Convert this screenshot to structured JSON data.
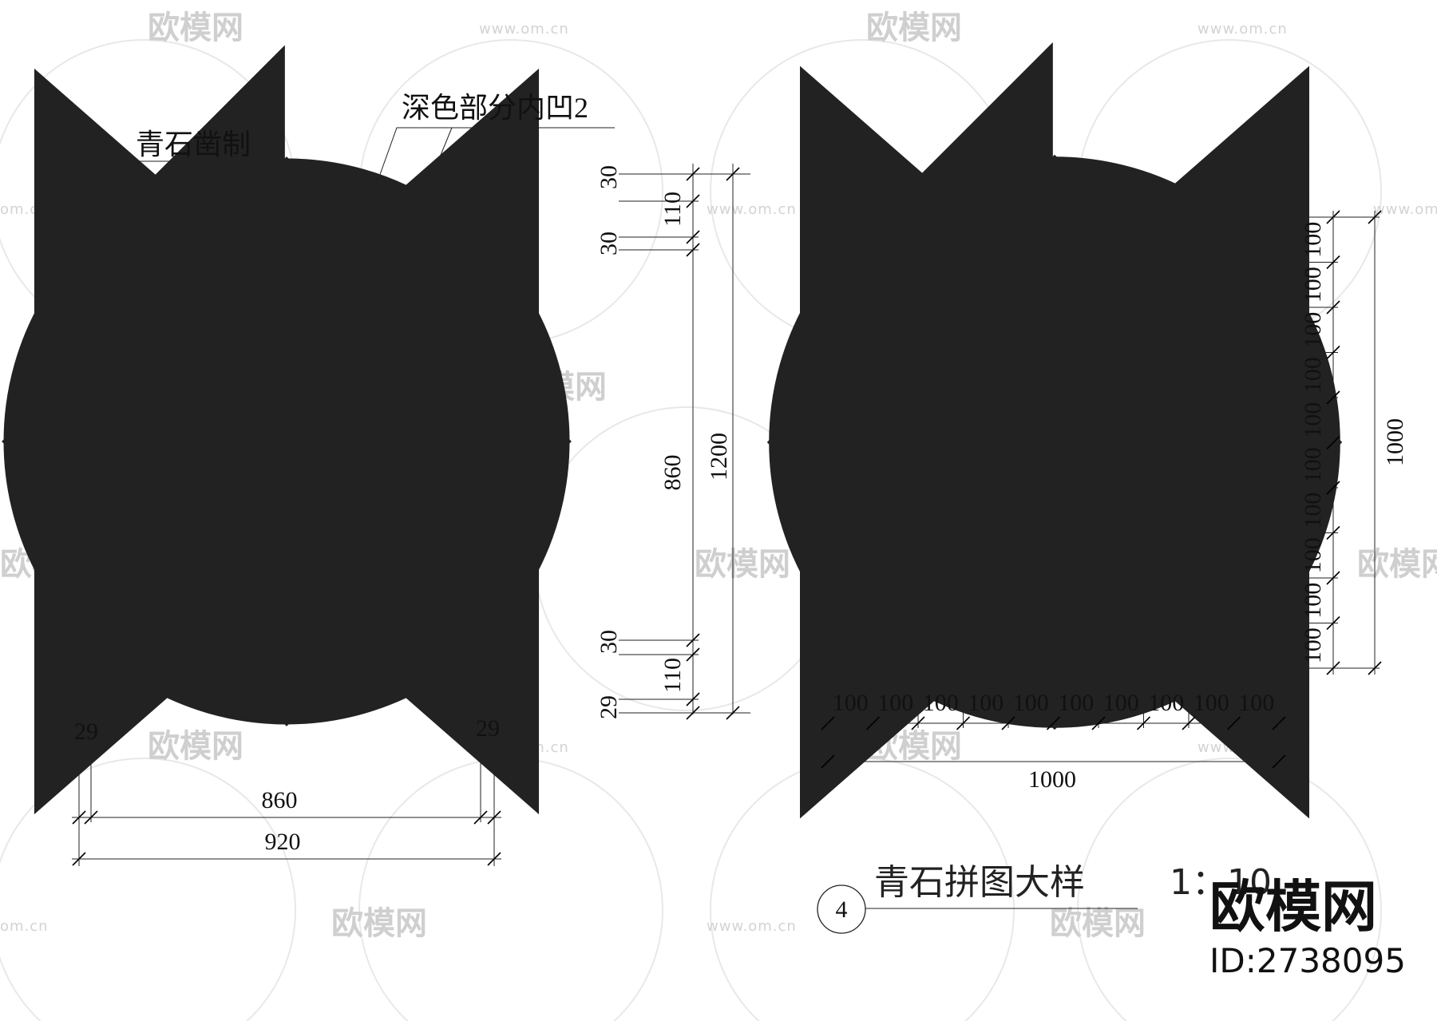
{
  "watermark": {
    "brand": "欧模网",
    "url": "www.om.cn",
    "short_url": "om.cn"
  },
  "brand_block": {
    "name": "欧模网",
    "id": "ID:2738095"
  },
  "plan": {
    "leader_label_material": "青石凿制",
    "leader_label_recess": "深色部分内凹2",
    "dim_edge_left": "29",
    "dim_edge_right": "29",
    "dim_inner": "860",
    "dim_outer": "920"
  },
  "section": {
    "dims": [
      "30",
      "110",
      "30",
      "860",
      "30",
      "110",
      "29"
    ],
    "dim_total": "1200"
  },
  "grid_plan": {
    "cell_labels_x": [
      "100",
      "100",
      "100",
      "100",
      "100",
      "100",
      "100",
      "100",
      "100",
      "100"
    ],
    "cell_labels_y": [
      "100",
      "100",
      "100",
      "100",
      "100",
      "100",
      "100",
      "100",
      "100",
      "100"
    ],
    "dim_total_x": "1000",
    "dim_total_y": "1000"
  },
  "title_block": {
    "number": "4",
    "title": "青石拼图大样",
    "scale": "1：10"
  }
}
